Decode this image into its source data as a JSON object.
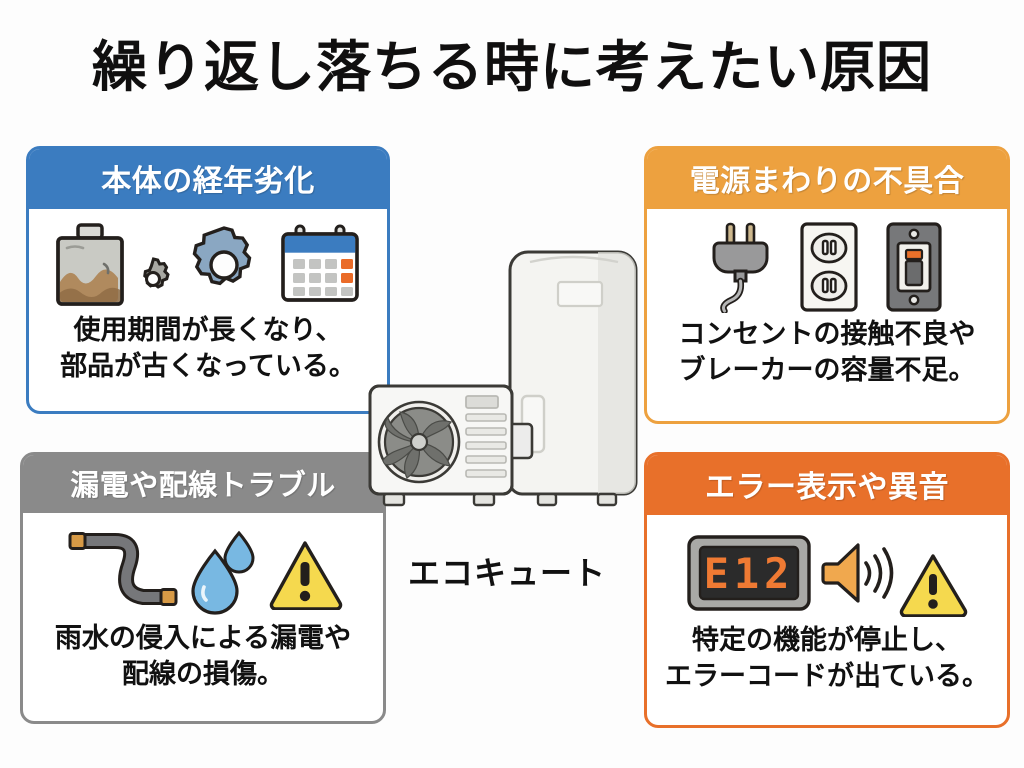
{
  "title": "繰り返し落ちる時に考えたい原因",
  "center": {
    "label": "エコキュート",
    "icons": [
      "heat-pump-outdoor-unit-icon",
      "hot-water-tank-icon"
    ]
  },
  "colors": {
    "blue": "#3b7cc0",
    "orange_light": "#eda13f",
    "orange_dark": "#e8702a",
    "gray": "#8a8a8a",
    "background": "#fdfdfd",
    "text": "#111111",
    "warning_yellow": "#f5d94e",
    "water_blue": "#6fb5e0",
    "display_orange": "#ef7a33"
  },
  "cards": [
    {
      "id": "aging",
      "header": "本体の経年劣化",
      "body": "使用期間が長くなり、\n部品が古くなっている。",
      "accent": "#3b7cc0",
      "icons": [
        "corroded-battery-icon",
        "small-gear-icon",
        "large-gear-icon",
        "calendar-icon"
      ]
    },
    {
      "id": "power",
      "header": "電源まわりの不具合",
      "body": "コンセントの接触不良や\nブレーカーの容量不足。",
      "accent": "#eda13f",
      "icons": [
        "power-plug-icon",
        "wall-outlet-icon",
        "breaker-switch-icon"
      ]
    },
    {
      "id": "leak",
      "header": "漏電や配線トラブル",
      "body": "雨水の侵入による漏電や\n配線の損傷。",
      "accent": "#8a8a8a",
      "icons": [
        "damaged-cable-icon",
        "water-drop-icon",
        "warning-triangle-icon"
      ]
    },
    {
      "id": "error",
      "header": "エラー表示や異音",
      "body": "特定の機能が停止し、\nエラーコードが出ている。",
      "accent": "#e8702a",
      "error_code": "E12",
      "icons": [
        "error-code-display-icon",
        "speaker-sound-icon",
        "warning-triangle-icon"
      ]
    }
  ]
}
